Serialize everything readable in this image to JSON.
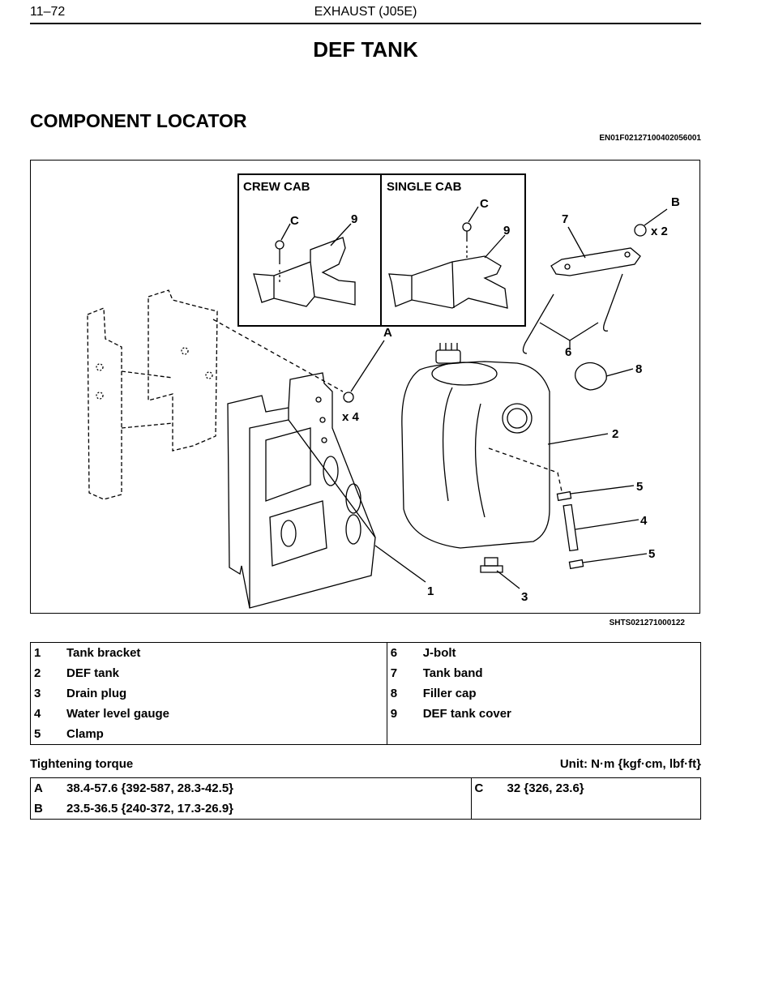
{
  "header": {
    "page": "11–72",
    "section": "EXHAUST (J05E)"
  },
  "title": "DEF TANK",
  "subtitle": "COMPONENT LOCATOR",
  "doc_code": "EN01F02127100402056001",
  "figure": {
    "inset_left_title": "CREW CAB",
    "inset_right_title": "SINGLE CAB",
    "code": "SHTS021271000122",
    "callouts": {
      "n1": "1",
      "n2": "2",
      "n3": "3",
      "n4": "4",
      "n5a": "5",
      "n5b": "5",
      "n6": "6",
      "n7": "7",
      "n8": "8",
      "n9a": "9",
      "n9b": "9",
      "cA": "A",
      "cB": "B",
      "cCa": "C",
      "cCb": "C",
      "x4": "x 4",
      "x2": "x 2"
    }
  },
  "legend": {
    "left": [
      {
        "num": "1",
        "name": "Tank bracket"
      },
      {
        "num": "2",
        "name": "DEF tank"
      },
      {
        "num": "3",
        "name": "Drain plug"
      },
      {
        "num": "4",
        "name": "Water level gauge"
      },
      {
        "num": "5",
        "name": "Clamp"
      }
    ],
    "right": [
      {
        "num": "6",
        "name": "J-bolt"
      },
      {
        "num": "7",
        "name": "Tank band"
      },
      {
        "num": "8",
        "name": "Filler cap"
      },
      {
        "num": "9",
        "name": "DEF tank cover"
      },
      {
        "num": "",
        "name": ""
      }
    ]
  },
  "torque": {
    "label": "Tightening torque",
    "unit": "Unit: N·m {kgf·cm, lbf·ft}",
    "left": [
      {
        "key": "A",
        "value": "38.4-57.6 {392-587, 28.3-42.5}"
      },
      {
        "key": "B",
        "value": "23.5-36.5 {240-372, 17.3-26.9}"
      }
    ],
    "right": [
      {
        "key": "C",
        "value": "32 {326, 23.6}"
      },
      {
        "key": "",
        "value": ""
      }
    ]
  }
}
